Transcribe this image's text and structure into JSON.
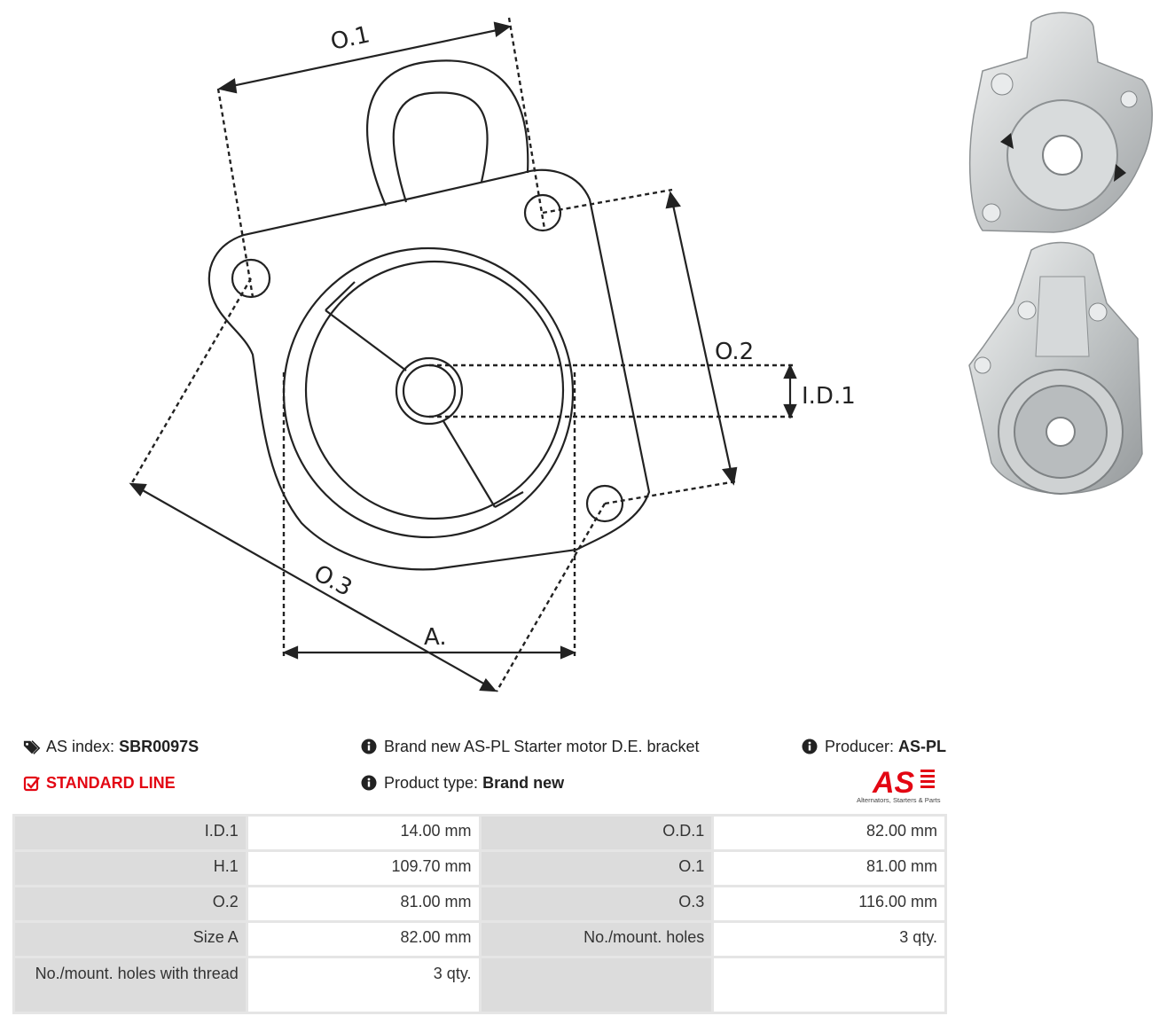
{
  "diagram": {
    "labels": {
      "o1": "O.1",
      "o2": "O.2",
      "o3": "O.3",
      "id1": "I.D.1",
      "a": "A."
    }
  },
  "header": {
    "as_index_label": "AS index:",
    "as_index_value": "SBR0097S",
    "line": "STANDARD LINE",
    "description": "Brand new AS-PL Starter motor D.E. bracket",
    "product_type_label": "Product type:",
    "product_type_value": "Brand new",
    "producer_label": "Producer:",
    "producer_value": "AS-PL",
    "logo_text": "AS",
    "logo_tagline": "Alternators, Starters & Parts"
  },
  "specs": [
    [
      "I.D.1",
      "14.00 mm",
      "O.D.1",
      "82.00 mm"
    ],
    [
      "H.1",
      "109.70 mm",
      "O.1",
      "81.00 mm"
    ],
    [
      "O.2",
      "81.00 mm",
      "O.3",
      "116.00 mm"
    ],
    [
      "Size A",
      "82.00 mm",
      "No./mount. holes",
      "3 qty."
    ],
    [
      "No./mount. holes with thread",
      "3 qty.",
      "",
      ""
    ]
  ],
  "colors": {
    "accent": "#e30613",
    "table_label_bg": "#dcdcdc",
    "table_border": "#e5e5e5"
  },
  "icons": [
    "tags-icon",
    "check-square-icon",
    "info-circle-icon"
  ]
}
